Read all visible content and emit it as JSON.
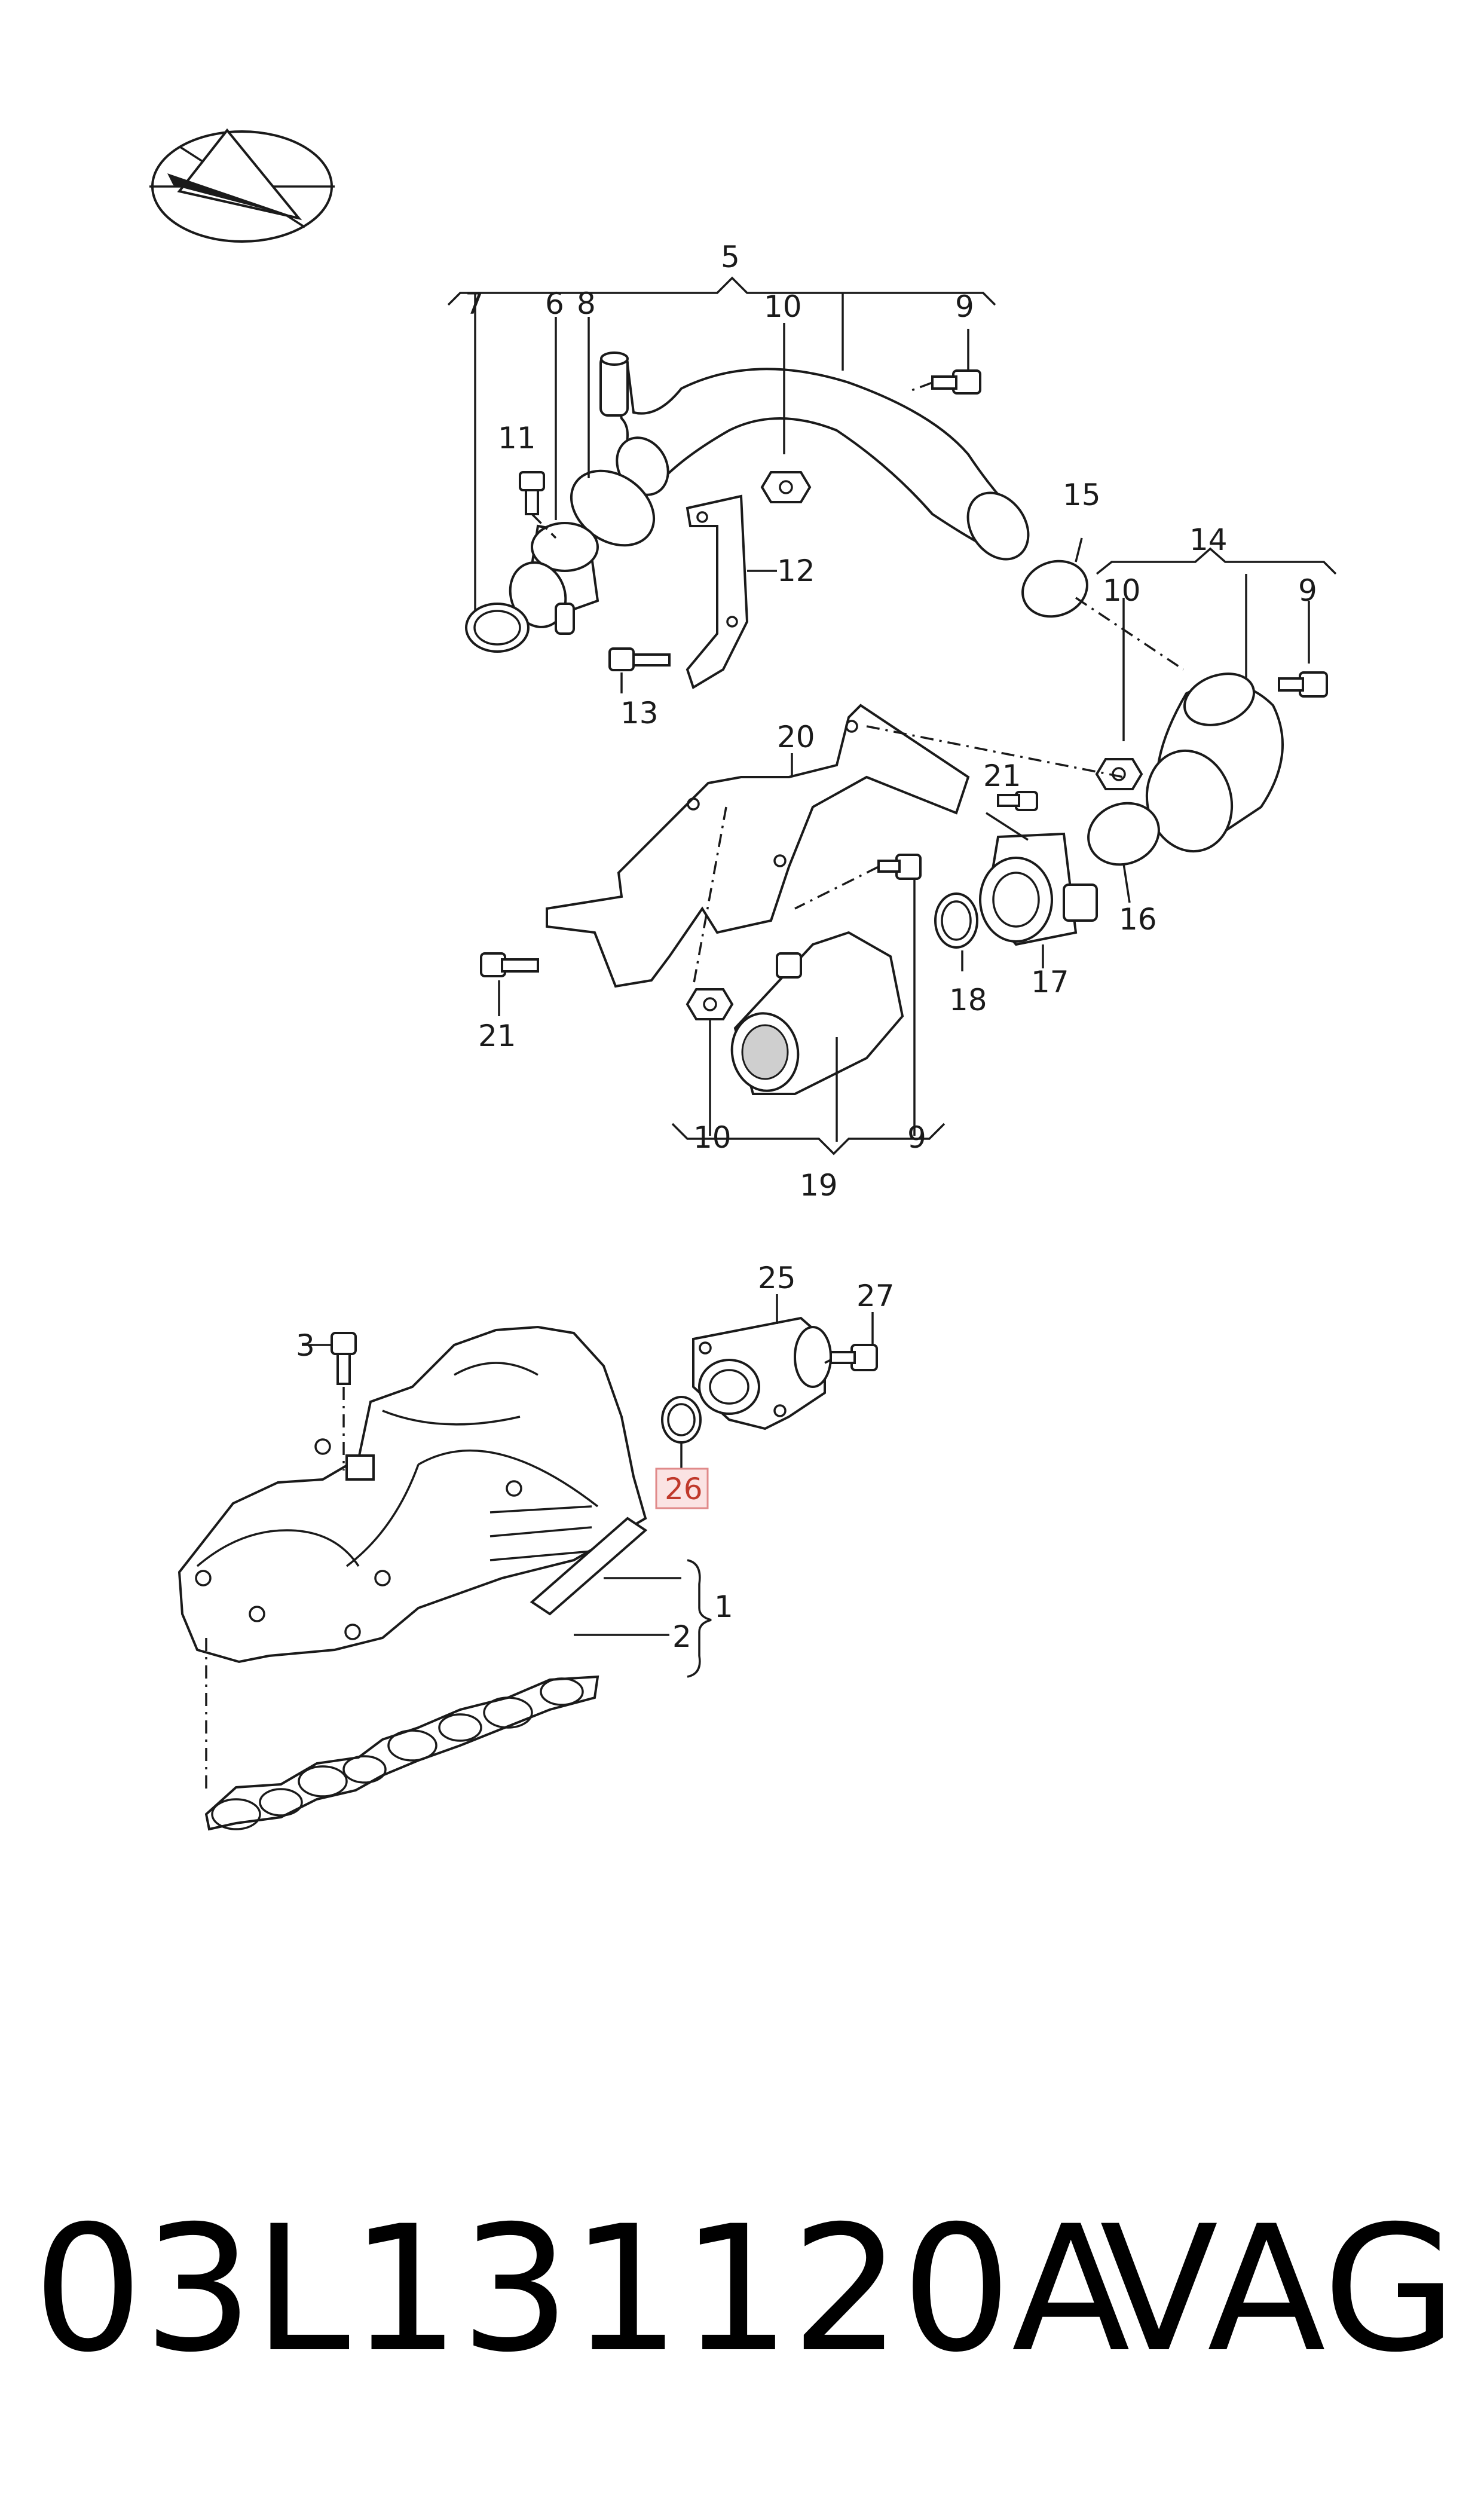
{
  "diagram": {
    "callouts": {
      "c1": "1",
      "c2": "2",
      "c3": "3",
      "c5": "5",
      "c6": "6",
      "c7": "7",
      "c8": "8",
      "c9a": "9",
      "c9b": "9",
      "c9c": "9",
      "c10a": "10",
      "c10b": "10",
      "c10c": "10",
      "c11": "11",
      "c12": "12",
      "c13": "13",
      "c14": "14",
      "c15": "15",
      "c16": "16",
      "c17": "17",
      "c18": "18",
      "c19": "19",
      "c20": "20",
      "c21a": "21",
      "c21b": "21",
      "c25": "25",
      "c26": "26",
      "c27": "27"
    },
    "highlighted_callout": "26",
    "highlight_color": "#e08a8a"
  },
  "footer": {
    "part_number": "03L131120A",
    "brand": "VAG"
  }
}
